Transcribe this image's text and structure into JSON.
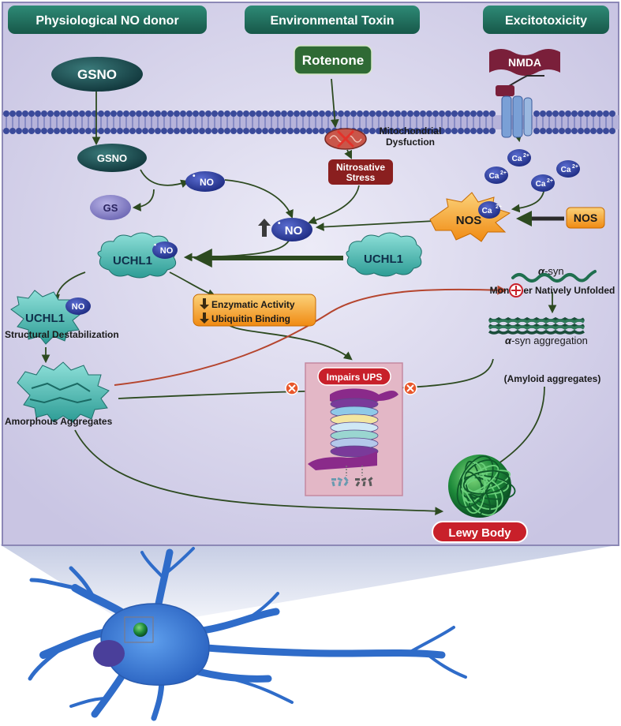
{
  "headers": {
    "left": "Physiological NO donor",
    "center": "Environmental Toxin",
    "right": "Excitotoxicity"
  },
  "nodes": {
    "gsno_top": "GSNO",
    "gsno_inner": "GSNO",
    "gs": "GS",
    "no_radical": "NO",
    "no_radical_dot": "•",
    "no_up": "NO",
    "rotenone": "Rotenone",
    "mito_line1": "Mitochondrial",
    "mito_line2": "Dysfuction",
    "nitro_line1": "Nitrosative",
    "nitro_line2": "Stress",
    "nmda": "NMDA",
    "ca": "Ca",
    "ca_sup": "2+",
    "nos_burst": "NOS",
    "nos_box": "NOS",
    "uchl1_no": "UCHL1",
    "uchl1_no_tag": "NO",
    "uchl1_plain": "UCHL1",
    "uchl1_destab": "UCHL1",
    "uchl1_destab_tag": "NO",
    "struct_destab": "Structural Destabilization",
    "enzymatic": "Enzymatic Activity",
    "ubiquitin": "Ubiquitin Binding",
    "asyn_greek": "α",
    "asyn_rest": "-syn",
    "monomer": "Monomer Natively Unfolded",
    "asyn_agg_rest": "-syn aggregation",
    "amyloid": "(Amyloid aggregates)",
    "amorphous": "Amorphous Aggregates",
    "impairs_ups": "Impairs UPS",
    "lewy_body": "Lewy Body"
  },
  "colors": {
    "header_bg": "#1f6f5f",
    "panel_bg": "#d9d6ec",
    "gsno_dark": "#1d4a4d",
    "no_blue": "#2a3a9a",
    "gs_purple": "#7d78c0",
    "rotenone_green": "#2f6a35",
    "nitrosative_red": "#8a1f1f",
    "nmda_maroon": "#7a1f3a",
    "nos_orange": "#f39a1e",
    "uchl1_teal": "#5fc6c0",
    "arrow_green": "#2d4a20",
    "lewy_red": "#c8202a",
    "ups_pink": "#e8b9c8",
    "membrane_blue": "#3a4a9a",
    "neuron_blue": "#3a7dd8"
  },
  "icons": [
    "membrane",
    "mitochondrion",
    "receptor-channel",
    "proteasome",
    "fibril",
    "amorphous-aggregate",
    "lewy-body-sphere",
    "neuron-cell",
    "inhibition-x-icon",
    "plus-circle-icon",
    "up-arrow-icon",
    "down-arrow-icon"
  ]
}
